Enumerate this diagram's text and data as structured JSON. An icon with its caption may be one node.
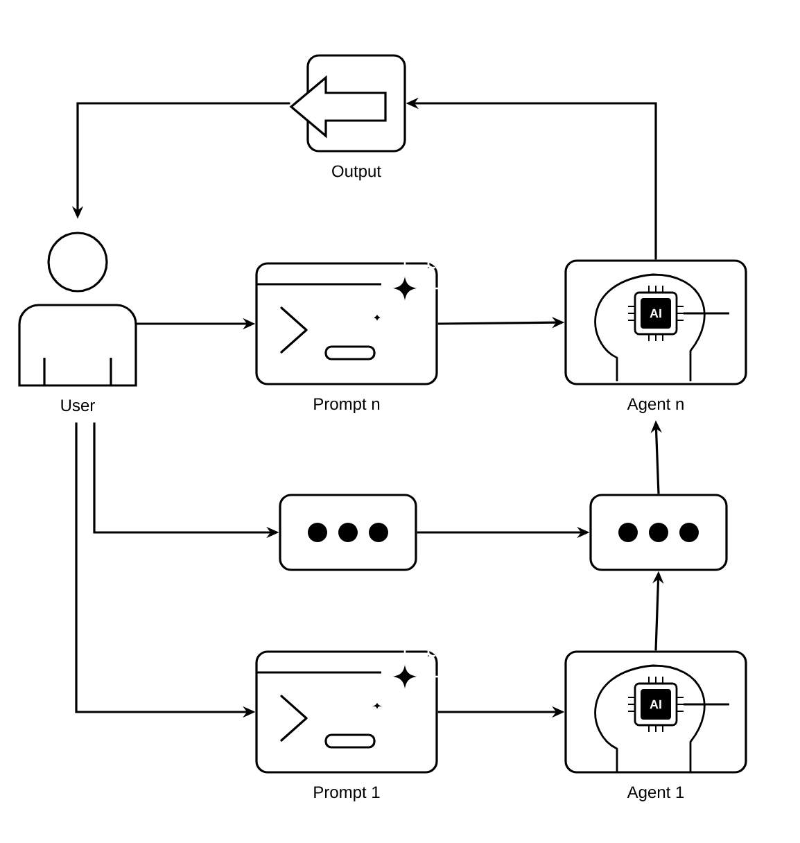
{
  "diagram": {
    "nodes": [
      {
        "text": [
          "Output"
        ]
      },
      {
        "text": [
          "User"
        ]
      },
      {
        "text": [
          "Prompt n"
        ]
      },
      {
        "text": [
          "Agent n"
        ]
      },
      {
        "text": [],
        "shape": "box"
      },
      {
        "text": [],
        "shape": "box"
      },
      {
        "text": [
          "Prompt 1"
        ]
      },
      {
        "text": [
          "Agent 1"
        ]
      }
    ],
    "edges": [
      {
        "from": 3,
        "to": 0,
        "arrow": "to"
      },
      {
        "from": 0,
        "to": 1,
        "arrow": "to"
      },
      {
        "from": 1,
        "to": 2,
        "arrow": "to"
      },
      {
        "from": 2,
        "to": 3,
        "arrow": "to"
      },
      {
        "from": 1,
        "to": 4,
        "arrow": "to"
      },
      {
        "from": 4,
        "to": 5,
        "arrow": "to"
      },
      {
        "from": 5,
        "to": 3,
        "arrow": "to"
      },
      {
        "from": 1,
        "to": 6,
        "arrow": "to"
      },
      {
        "from": 6,
        "to": 7,
        "arrow": "to"
      },
      {
        "from": 7,
        "to": 5,
        "arrow": "to"
      }
    ],
    "labels": [
      "AI",
      "AI"
    ]
  }
}
